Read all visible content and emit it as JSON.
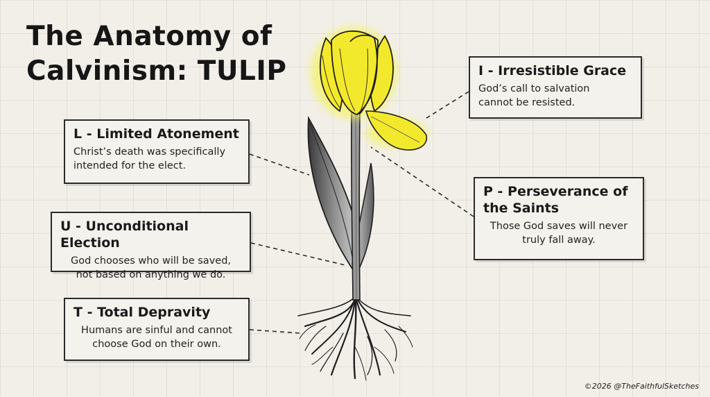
{
  "title": {
    "line1": "The Anatomy of",
    "line2": "Calvinism: TULIP"
  },
  "labels": {
    "irresistible": {
      "heading": "I - Irresistible Grace",
      "line1": "God’s call to salvation",
      "line2": "cannot be resisted."
    },
    "limited": {
      "heading": "L - Limited Atonement",
      "line1": "Christ’s death was specifically",
      "line2": "intended for the elect."
    },
    "perseverance": {
      "heading1": "P - Perseverance of",
      "heading2": "the Saints",
      "line1": "Those God saves will never",
      "line2": "truly fall away."
    },
    "unconditional": {
      "heading": "U - Unconditional Election",
      "line1": "God chooses who will be saved,",
      "line2": "not based on anything we do."
    },
    "total": {
      "heading": "T - Total Depravity",
      "line1": "Humans are sinful and cannot",
      "line2": "choose God on their own."
    }
  },
  "credit": "©2026 @TheFaithfulSketches",
  "colors": {
    "petal": "#f3e92c",
    "petal_glow": "#f7f35a",
    "ink": "#1e1e1e",
    "paper": "#f1efe8"
  }
}
